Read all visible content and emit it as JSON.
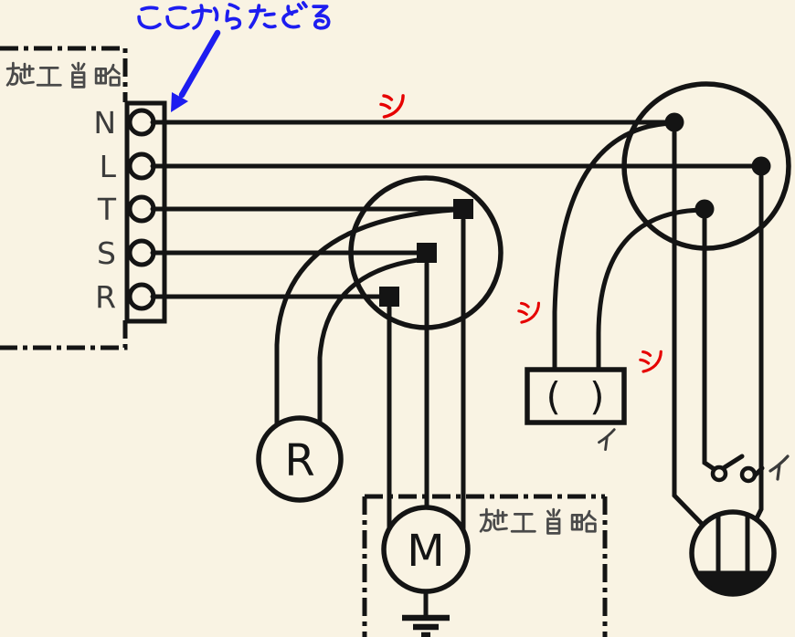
{
  "colors": {
    "background": "#f9f3e3",
    "line": "#141414",
    "accent_blue": "#1d1df0",
    "accent_red": "#e60000",
    "caption_gray": "#4a4a4a",
    "terminal_label_gray": "#3b3b3b"
  },
  "annotations": {
    "trace_start": "ここからたどる",
    "wire_mark": "シ",
    "circuit_mark": "イ"
  },
  "source_panel": {
    "caption": "施工省略",
    "terminals": [
      "N",
      "L",
      "T",
      "S",
      "R"
    ]
  },
  "motor_panel": {
    "caption": "施工省略"
  },
  "components": {
    "lamp_receptacle": "R",
    "motor": "M",
    "ceiling_rose": "( )"
  }
}
